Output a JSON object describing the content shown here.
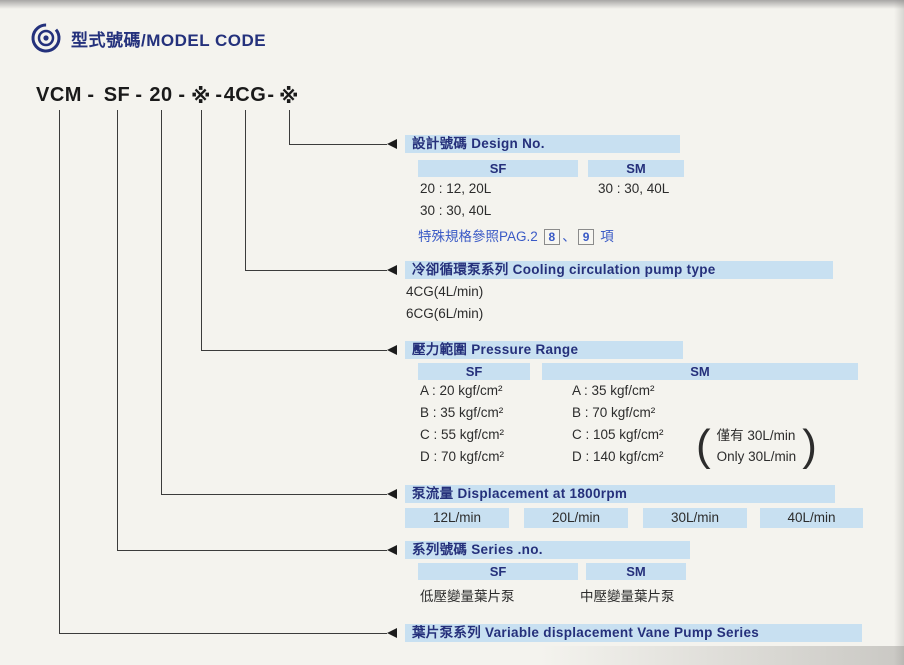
{
  "page": {
    "title": "型式號碼/MODEL CODE"
  },
  "model_code": {
    "segments": [
      "VCM",
      "SF",
      "20",
      "※",
      "4CG",
      "※"
    ],
    "dash": "-"
  },
  "sections": {
    "design": {
      "header": "設計號碼  Design No.",
      "col_sf": "SF",
      "col_sm": "SM",
      "sf_row1": "20 : 12, 20L",
      "sf_row2": "30 : 30, 40L",
      "sm_row1": "30 : 30, 40L",
      "note_text": "特殊規格參照PAG.2",
      "ref1": "8",
      "ref_sep": "、",
      "ref2": "9",
      "note_tail": "項"
    },
    "cooling": {
      "header": "冷卻循環泵系列  Cooling circulation pump type",
      "row1": "4CG(4L/min)",
      "row2": "6CG(6L/min)"
    },
    "pressure": {
      "header": "壓力範圍  Pressure Range",
      "col_sf": "SF",
      "col_sm": "SM",
      "sf_rows": [
        "A : 20 kgf/cm²",
        "B : 35 kgf/cm²",
        "C : 55 kgf/cm²",
        "D : 70 kgf/cm²"
      ],
      "sm_rows": [
        "A : 35  kgf/cm²",
        "B : 70  kgf/cm²",
        "C : 105 kgf/cm²",
        "D : 140 kgf/cm²"
      ],
      "only_zh": "僅有 30L/min",
      "only_en": "Only 30L/min",
      "paren_open": "(",
      "paren_close": ")"
    },
    "displacement": {
      "header": "泵流量  Displacement at 1800rpm",
      "cells": [
        "12L/min",
        "20L/min",
        "30L/min",
        "40L/min"
      ]
    },
    "series": {
      "header": "系列號碼  Series .no.",
      "col_sf": "SF",
      "col_sm": "SM",
      "sf_desc": "低壓變量葉片泵",
      "sm_desc": "中壓變量葉片泵"
    },
    "vane": {
      "header": "葉片泵系列  Variable displacement Vane Pump Series"
    }
  },
  "colors": {
    "bar_background": "#c8e0f1",
    "heading_text": "#25307b",
    "note_blue": "#3a5ac6",
    "line": "#3b3b3b"
  }
}
